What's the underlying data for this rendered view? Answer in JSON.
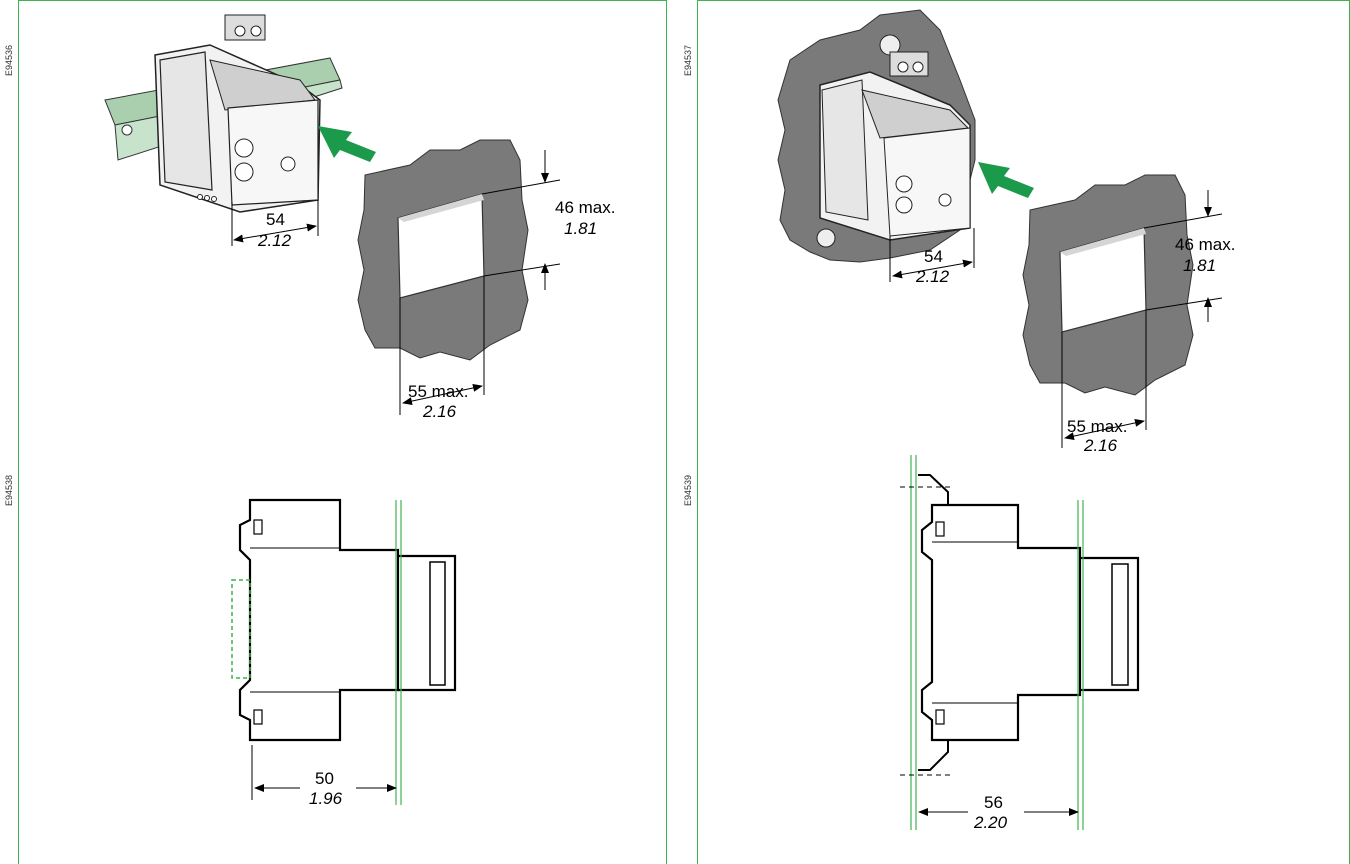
{
  "figure_codes": {
    "top_left": "E94536",
    "top_right": "E94537",
    "bottom_left": "E94538",
    "bottom_right": "E94539"
  },
  "top_left": {
    "module_width_mm": "54",
    "module_width_in": "2.12",
    "cutout_height_mm": "46 max.",
    "cutout_height_in": "1.81",
    "cutout_width_mm": "55 max.",
    "cutout_width_in": "2.16"
  },
  "top_right": {
    "module_width_mm": "54",
    "module_width_in": "2.12",
    "cutout_height_mm": "46 max.",
    "cutout_height_in": "1.81",
    "cutout_width_mm": "55 max.",
    "cutout_width_in": "2.16"
  },
  "bottom_left": {
    "depth_mm": "50",
    "depth_in": "1.96"
  },
  "bottom_right": {
    "depth_mm": "56",
    "depth_in": "2.20"
  },
  "colors": {
    "frame": "#3fb34f",
    "arrow": "#1a9a4a",
    "panel_fill": "#7a7a7a",
    "rail": "#a9cfae"
  }
}
